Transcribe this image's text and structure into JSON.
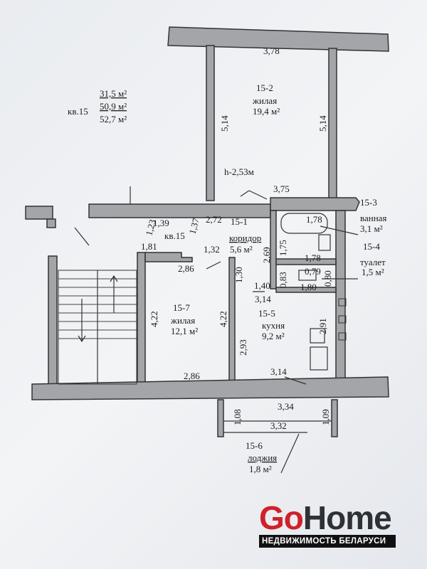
{
  "apartment": {
    "label": "кв.15",
    "area_living": "31,5 м²",
    "area_total": "50,9 м²",
    "area_with_loggia": "52,7 м²"
  },
  "ceiling_height": "h-2,53м",
  "rooms": [
    {
      "id": "15-2",
      "name": "жилая",
      "area": "19,4 м²"
    },
    {
      "id": "15-1",
      "name": "коридор",
      "area": "5,6 м²"
    },
    {
      "id": "15-3",
      "name": "ванная",
      "area": "3,1 м²"
    },
    {
      "id": "15-4",
      "name": "туалет",
      "area": "1,5 м²"
    },
    {
      "id": "15-5",
      "name": "кухня",
      "area": "9,2 м²"
    },
    {
      "id": "15-6",
      "name": "лоджия",
      "area": "1,8 м²"
    },
    {
      "id": "15-7",
      "name": "жилая",
      "area": "12,1 м²"
    }
  ],
  "corridor_apt_label": "кв.15",
  "dims": {
    "d378": "3,78",
    "d514a": "5,14",
    "d514b": "5,14",
    "d375": "3,75",
    "d139": "1,39",
    "d123": "1,23",
    "d137": "1,37",
    "d272": "2,72",
    "d181": "1,81",
    "d132": "1,32",
    "d286a": "2,86",
    "d178a": "1,78",
    "d175": "1,75",
    "d269": "2,69",
    "d178b": "1,78",
    "d083": "0,83",
    "d079": "0,79",
    "d080a": "0,80",
    "d080b": "1,80",
    "d130": "1,30",
    "d140": "1,40",
    "d314a": "3,14",
    "d422a": "4,22",
    "d422b": "4,22",
    "d293": "2,93",
    "d291": "2,91",
    "d286b": "2,86",
    "d314b": "3,14",
    "d334": "3,34",
    "d108": "1,08",
    "d332": "3,32",
    "d109": "1,09"
  },
  "logo": {
    "go": "Go",
    "home": "Home",
    "tagline": "НЕДВИЖИМОСТЬ БЕЛАРУСИ"
  }
}
